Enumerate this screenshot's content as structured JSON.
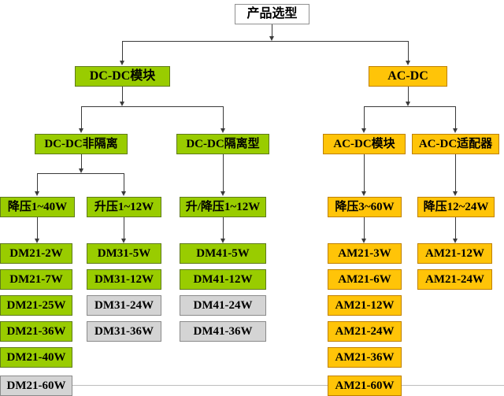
{
  "root": {
    "label": "产品选型"
  },
  "level1": [
    {
      "label": "DC-DC模块",
      "color": "green"
    },
    {
      "label": "AC-DC",
      "color": "yellow"
    }
  ],
  "level2": [
    {
      "label": "DC-DC非隔离",
      "color": "green"
    },
    {
      "label": "DC-DC隔离型",
      "color": "green"
    },
    {
      "label": "AC-DC模块",
      "color": "yellow"
    },
    {
      "label": "AC-DC适配器",
      "color": "yellow"
    }
  ],
  "level3": [
    {
      "label": "降压1~40W",
      "color": "green"
    },
    {
      "label": "升压1~12W",
      "color": "green"
    },
    {
      "label": "升/降压1~12W",
      "color": "green"
    },
    {
      "label": "降压3~60W",
      "color": "yellow"
    },
    {
      "label": "降压12~24W",
      "color": "yellow"
    }
  ],
  "columns": [
    {
      "parent": "降压1~40W",
      "items": [
        {
          "label": "DM21-2W",
          "color": "green"
        },
        {
          "label": "DM21-7W",
          "color": "green"
        },
        {
          "label": "DM21-25W",
          "color": "green"
        },
        {
          "label": "DM21-36W",
          "color": "green"
        },
        {
          "label": "DM21-40W",
          "color": "green"
        },
        {
          "label": "DM21-60W",
          "color": "gray"
        }
      ]
    },
    {
      "parent": "升压1~12W",
      "items": [
        {
          "label": "DM31-5W",
          "color": "green"
        },
        {
          "label": "DM31-12W",
          "color": "green"
        },
        {
          "label": "DM31-24W",
          "color": "gray"
        },
        {
          "label": "DM31-36W",
          "color": "gray"
        }
      ]
    },
    {
      "parent": "升/降压1~12W",
      "items": [
        {
          "label": "DM41-5W",
          "color": "green"
        },
        {
          "label": "DM41-12W",
          "color": "green"
        },
        {
          "label": "DM41-24W",
          "color": "gray"
        },
        {
          "label": "DM41-36W",
          "color": "gray"
        }
      ]
    },
    {
      "parent": "降压3~60W",
      "items": [
        {
          "label": "AM21-3W",
          "color": "yellow"
        },
        {
          "label": "AM21-6W",
          "color": "yellow"
        },
        {
          "label": "AM21-12W",
          "color": "yellow"
        },
        {
          "label": "AM21-24W",
          "color": "yellow"
        },
        {
          "label": "AM21-36W",
          "color": "yellow"
        },
        {
          "label": "AM21-60W",
          "color": "yellow"
        }
      ]
    },
    {
      "parent": "降压12~24W",
      "items": [
        {
          "label": "AM21-12W",
          "color": "yellow"
        },
        {
          "label": "AM21-24W",
          "color": "yellow"
        }
      ]
    }
  ],
  "colors": {
    "green_fill": "#99cc00",
    "green_border": "#5f7a1a",
    "yellow_fill": "#ffc408",
    "yellow_border": "#bf8000",
    "gray_fill": "#d4d4d4",
    "gray_border": "#8a8a8a",
    "root_fill": "#ffffff",
    "root_border": "#909090",
    "connector": "#3a3a3a"
  }
}
